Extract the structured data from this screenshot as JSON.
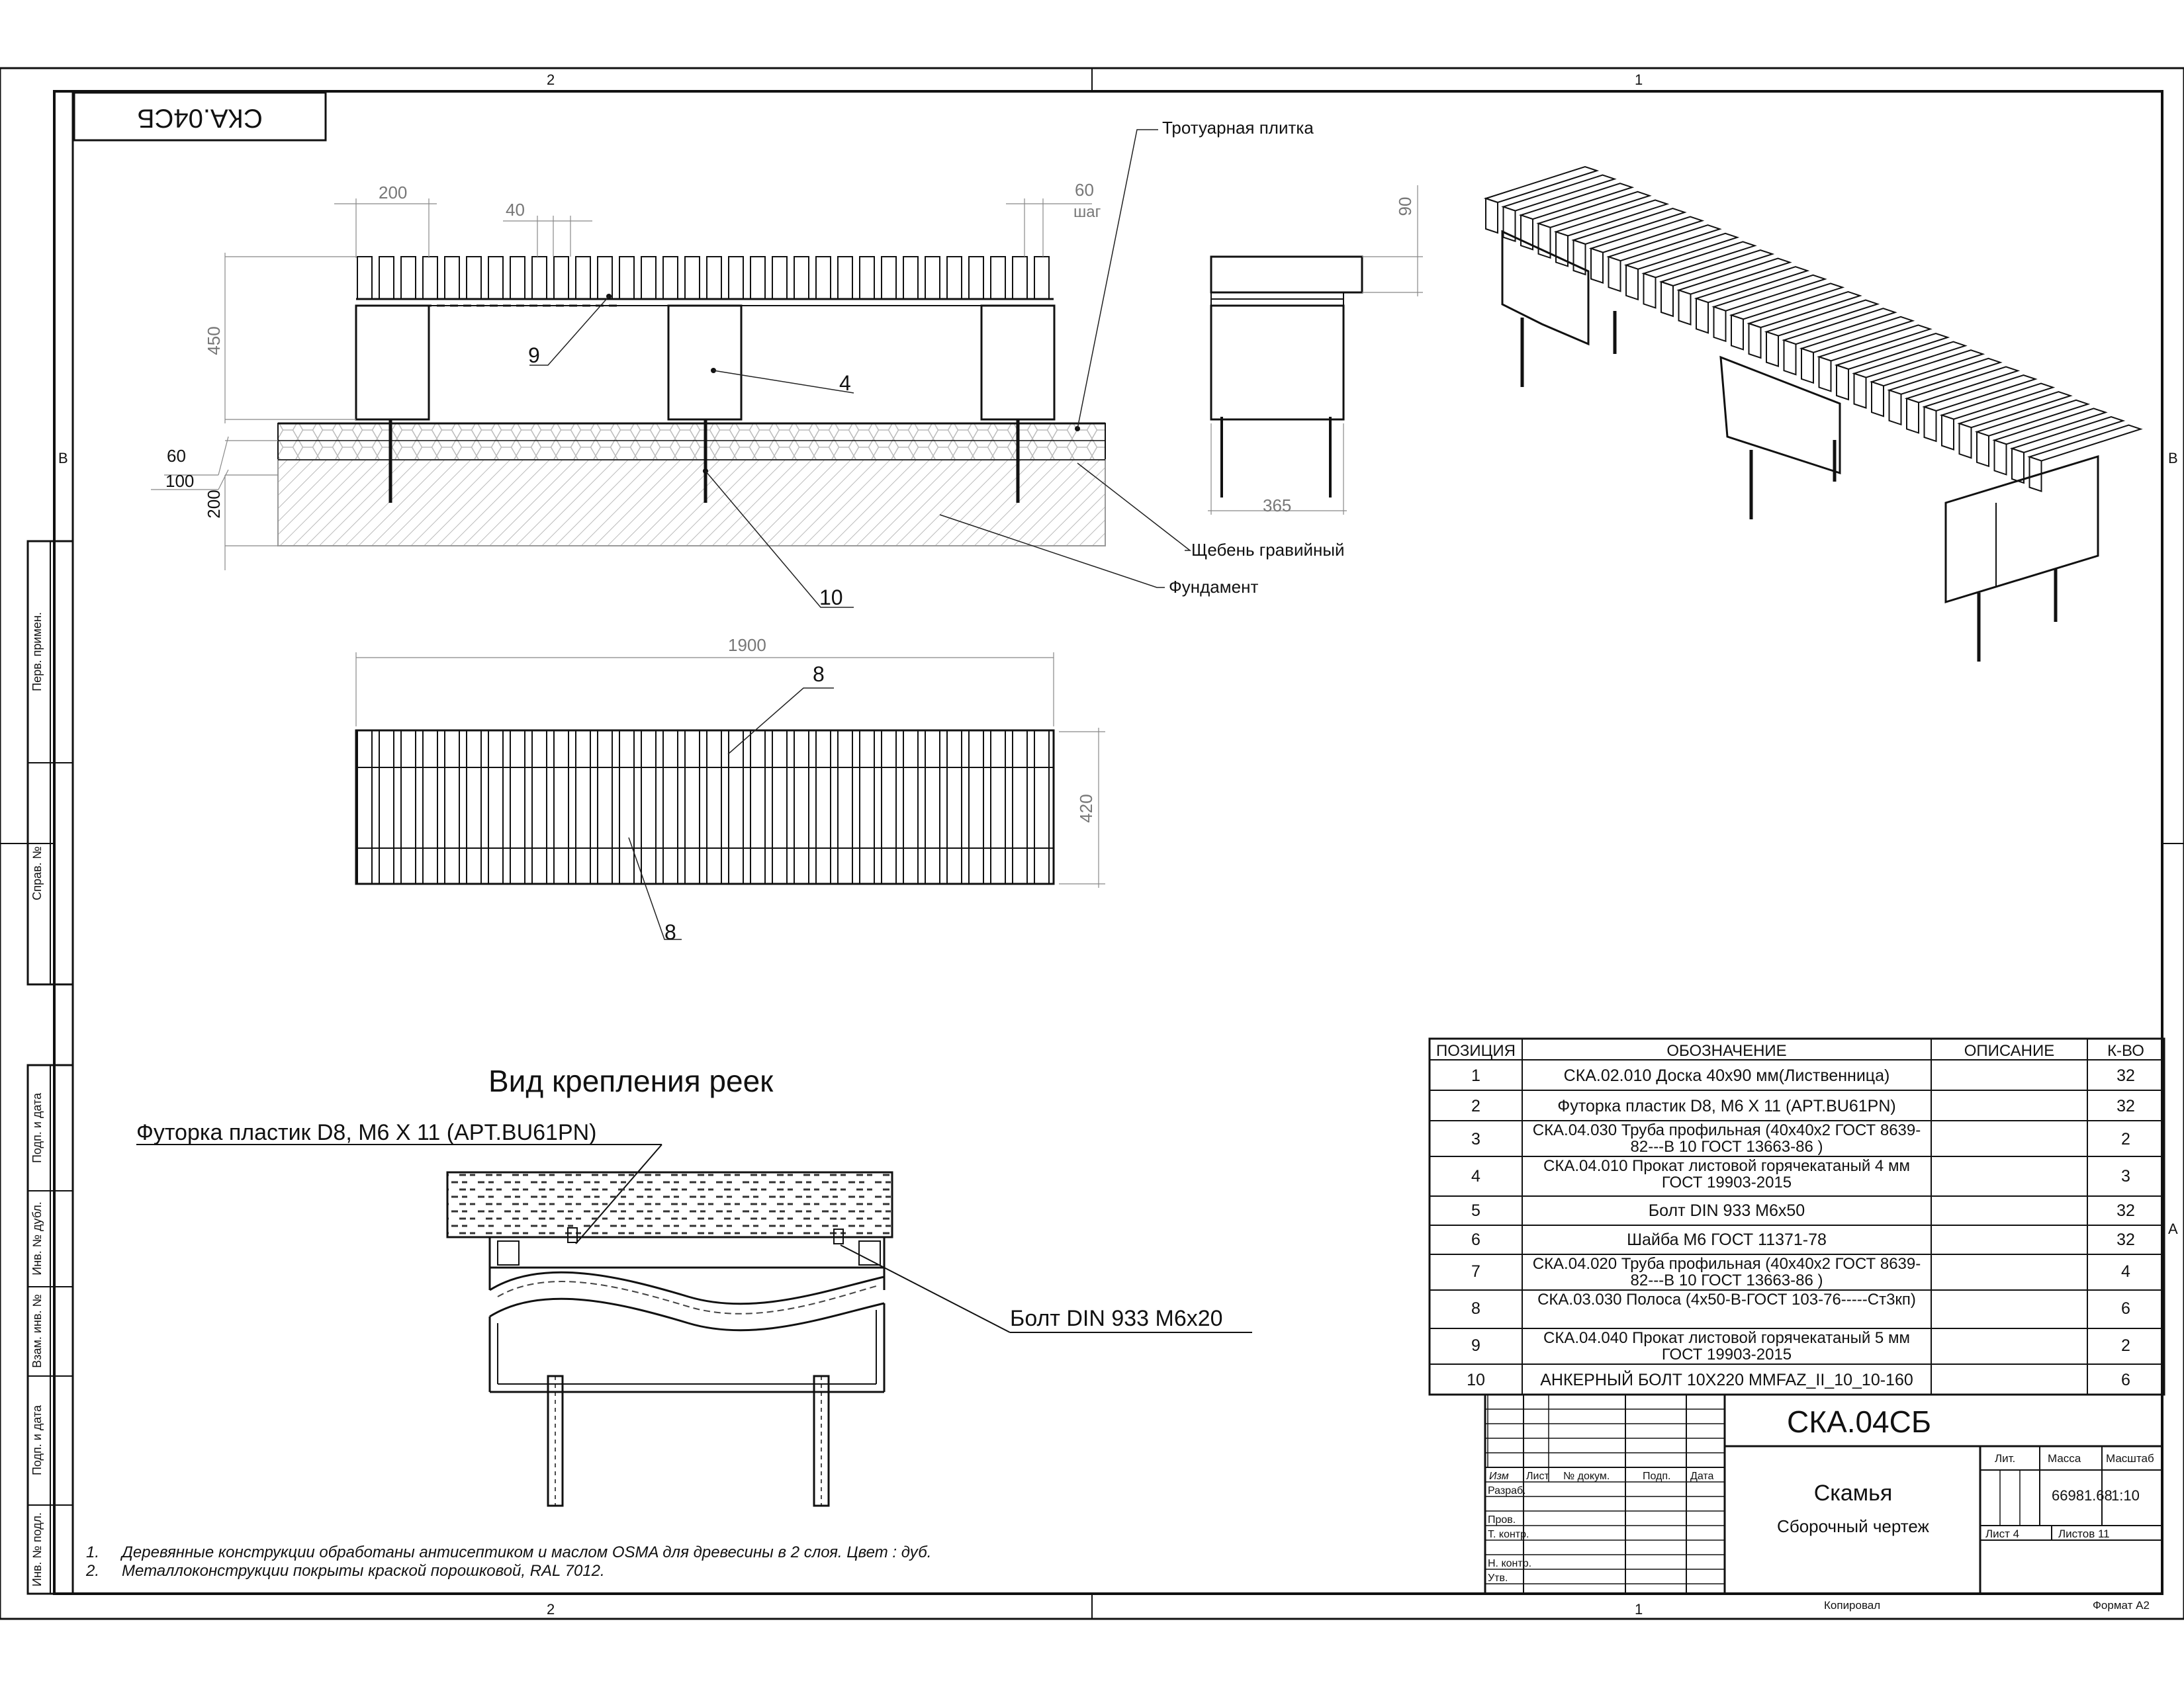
{
  "sheet": {
    "code_rotated": "СКА.04СБ",
    "zone_top_left": "2",
    "zone_top_right": "1",
    "zone_bottom_left": "2",
    "zone_bottom_right": "1",
    "zone_side_b_left": "B",
    "zone_side_b_right": "B",
    "zone_side_a_right": "A",
    "left_strip": [
      "Перв. примен.",
      "Справ. №",
      "Подп. и дата",
      "Инв. № дубл.",
      "Взам. инв. №",
      "Подп. и дата",
      "Инв. № подл."
    ]
  },
  "front_view": {
    "dims": {
      "d200": "200",
      "d40": "40",
      "d60": "60",
      "step": "шаг",
      "d450": "450",
      "d90": "90",
      "d60_left": "60",
      "d100": "100",
      "d200_left": "200",
      "d365": "365"
    },
    "callouts": {
      "p9": "9",
      "p4": "4",
      "p10": "10"
    },
    "labels": {
      "tile": "Тротуарная плитка",
      "gravel": "Щебень гравийный",
      "foundation": "Фундамент"
    }
  },
  "top_view": {
    "dim_length": "1900",
    "dim_width": "420",
    "callout_top": "8",
    "callout_bottom": "8"
  },
  "detail": {
    "title": "Вид крепления реек",
    "label_insert": "Футорка пластик D8, M6 X 11 (APT.BU61PN)",
    "label_bolt": "Болт DIN 933 M6x20"
  },
  "notes": [
    {
      "n": "1.",
      "text": "Деревянные конструкции обработаны антисептиком и маслом OSMA для древесины в 2 слоя. Цвет : дуб."
    },
    {
      "n": "2.",
      "text": "Металлоконструкции покрыты краской порошковой, RAL 7012."
    }
  ],
  "bom": {
    "headers": [
      "ПОЗИЦИЯ",
      "ОБОЗНАЧЕНИЕ",
      "ОПИСАНИЕ",
      "К-ВО"
    ],
    "rows": [
      {
        "pos": "1",
        "name": "СКА.02.010 Доска 40x90 мм(Лиственница)",
        "desc": "",
        "qty": "32"
      },
      {
        "pos": "2",
        "name": "Футорка пластик D8, M6 X 11 (APT.BU61PN)",
        "desc": "",
        "qty": "32"
      },
      {
        "pos": "3",
        "name": "СКА.04.030 Труба профильная  (40x40x2 ГОСТ 8639-82---В 10 ГОСТ 13663-86 )",
        "desc": "",
        "qty": "2"
      },
      {
        "pos": "4",
        "name": "СКА.04.010 Прокат листовой горячекатаный 4 мм ГОСТ 19903-2015",
        "desc": "",
        "qty": "3"
      },
      {
        "pos": "5",
        "name": "Болт DIN 933 M6x50",
        "desc": "",
        "qty": "32"
      },
      {
        "pos": "6",
        "name": "Шайба М6 ГОСТ 11371-78",
        "desc": "",
        "qty": "32"
      },
      {
        "pos": "7",
        "name": "СКА.04.020 Труба профильная  (40x40x2 ГОСТ 8639-82---В 10 ГОСТ 13663-86 )",
        "desc": "",
        "qty": "4"
      },
      {
        "pos": "8",
        "name": "СКА.03.030 Полоса (4x50-В-ГОСТ 103-76-----Ст3кп)",
        "desc": "",
        "qty": "6"
      },
      {
        "pos": "9",
        "name": "СКА.04.040 Прокат листовой горячекатаный 5 мм ГОСТ 19903-2015",
        "desc": "",
        "qty": "2"
      },
      {
        "pos": "10",
        "name": "АНКЕРНЫЙ БОЛТ 10X220 MMFAZ_II_10_10-160",
        "desc": "",
        "qty": "6"
      }
    ]
  },
  "title_block": {
    "code": "СКА.04СБ",
    "name": "Скамья",
    "doc_type": "Сборочный чертеж",
    "col_izm": "Изм",
    "col_list": "Лист",
    "col_doc": "№ докум.",
    "col_sign": "Подп.",
    "col_date": "Дата",
    "razrab": "Разраб.",
    "prov": "Пров.",
    "tkontr": "Т. контр.",
    "nkontr": "Н. контр.",
    "utv": "Утв.",
    "lit": "Лит.",
    "massa": "Масса",
    "masshtab": "Масштаб",
    "massa_value": "66981.68",
    "masshtab_value": "1:10",
    "list": "Лист 4",
    "listov": "Листов 11",
    "kopiroval": "Копировал",
    "format": "Формат A2"
  }
}
